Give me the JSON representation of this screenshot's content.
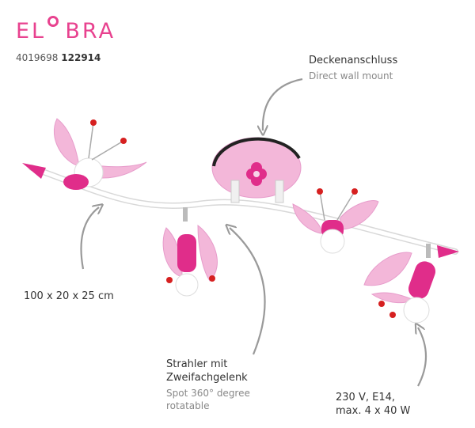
{
  "brand": {
    "prefix": "EL",
    "o": "O",
    "suffix": "BRA"
  },
  "article": {
    "prefix": "4019698",
    "number": "122914"
  },
  "callouts": {
    "mount": {
      "title": "Deckenanschluss",
      "subtitle": "Direct wall mount"
    },
    "dimensions": {
      "text": "100 x 20 x 25 cm"
    },
    "spot": {
      "title_line1": "Strahler mit",
      "title_line2": "Zweifachgelenk",
      "sub_line1": "Spot 360° degree",
      "sub_line2": "rotatable"
    },
    "power": {
      "line1": "230 V, E14,",
      "line2": "max. 4 x 40 W"
    }
  },
  "colors": {
    "brand": "#e8428f",
    "pink_light": "#f3b7d9",
    "pink_dark": "#e02d8a",
    "arrow": "#9a9a9a"
  }
}
